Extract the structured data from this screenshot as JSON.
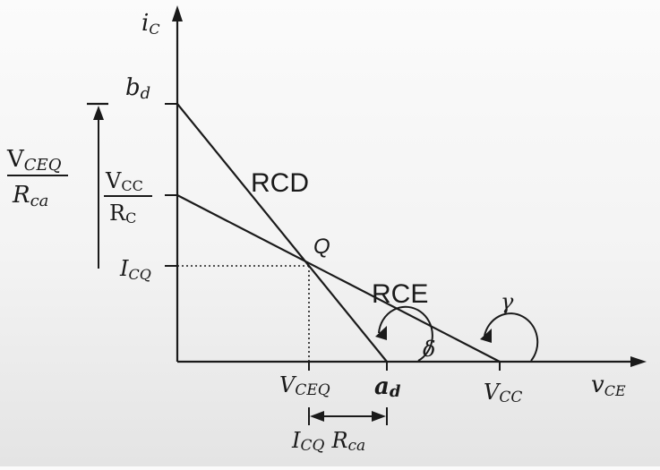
{
  "axes": {
    "y_label_main": "i",
    "y_label_sub": "C",
    "x_label_main": "v",
    "x_label_sub": "CE"
  },
  "y_ticks": {
    "bd_main": "b",
    "bd_sub": "d",
    "vcc_rc_num_main": "V",
    "vcc_rc_num_sub": "CC",
    "vcc_rc_den_main": "R",
    "vcc_rc_den_sub": "C",
    "icq_main": "I",
    "icq_sub": "CQ"
  },
  "side_fraction": {
    "num_main": "V",
    "num_sub": "CEQ",
    "den_main": "R",
    "den_sub": "ca"
  },
  "x_ticks": {
    "vceq_main": "V",
    "vceq_sub": "CEQ",
    "ad_main": "a",
    "ad_sub": "d",
    "vcc_main": "V",
    "vcc_sub": "CC"
  },
  "bracket_label": {
    "part1_main": "I",
    "part1_sub": "CQ",
    "part2_main": "R",
    "part2_sub": "ca"
  },
  "line_labels": {
    "rcd": "RCD",
    "rce": "RCE",
    "q": "Q"
  },
  "angles": {
    "delta": "δ",
    "gamma": "γ"
  }
}
